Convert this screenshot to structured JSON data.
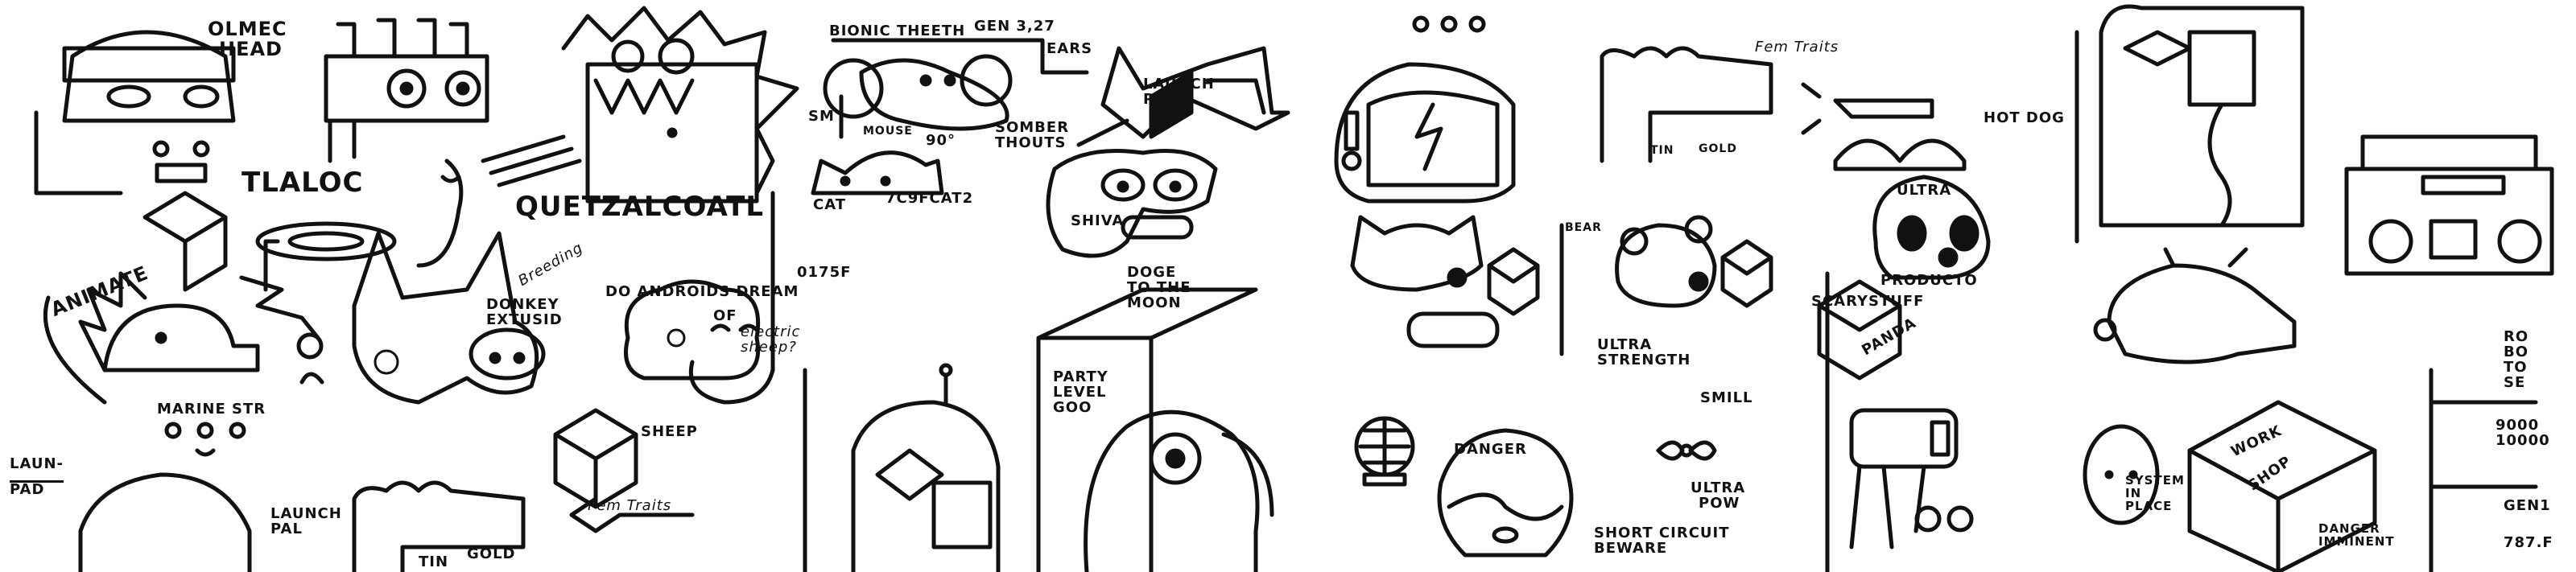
{
  "labels": {
    "olmec_1": "OLMEC",
    "olmec_2": "HEAD",
    "tlaloc": "TLALOC",
    "quetzalcoatl": "QUETZALCOATL",
    "animate": "ANIMATE",
    "marine": "MARINE STR",
    "laun": "LAUN-",
    "pad": "PAD",
    "launch_pal_1a": "LAUNCH",
    "launch_pal_1b": "PAL",
    "breeding": "Breeding",
    "donkey_1": "DONKEY",
    "donkey_2": "EXTUSID",
    "androids_1": "DO ANDROIDS",
    "androids_2": "DREAM",
    "androids_3": "OF",
    "androids_4": "electric",
    "androids_5": "sheep?",
    "code_0175f": "0175F",
    "sheep": "SHEEP",
    "fem_traits_1": "Fem Traits",
    "tin_1": "TIN",
    "gold_1": "GOLD",
    "bionic": "BIONIC THEETH",
    "ears": "EARS",
    "sm": "SM",
    "mouse": "MOUSE",
    "ninety": "90°",
    "cat": "CAT",
    "code_cat": "7C9FCAT2",
    "gen": "GEN 3,27",
    "somber_1": "SOMBER",
    "somber_2": "THOUTS",
    "launch_pal_2a": "LAUNCH",
    "launch_pal_2b": "PAL",
    "shiva": "SHIVA",
    "doge_1": "DOGE",
    "doge_2": "TO THE",
    "doge_3": "MOON",
    "party_1": "PARTY",
    "party_2": "LEVEL",
    "party_3": "GOO",
    "danger": "DANGER",
    "short_1": "SHORT CIRCUIT",
    "short_2": "BEWARE",
    "bear": "BEAR",
    "tin_2": "TIN",
    "gold_2": "GOLD",
    "ultra_strength_1": "ULTRA",
    "ultra_strength_2": "STRENGTH",
    "fem_traits_2": "Fem Traits",
    "smill": "SMILL",
    "ultra_pow_1": "ULTRA",
    "ultra_pow_2": "POW",
    "panda": "PANDA",
    "scary": "SCARYSTUFF",
    "ultra_cow": "ULTRA",
    "producto": "PRODUCTO",
    "hotdog": "HOT DOG",
    "work": "WORK",
    "shop": "SHOP",
    "system_1": "SYSTEM",
    "system_2": "IN",
    "system_3": "PLACE",
    "danger_imm_1": "DANGER",
    "danger_imm_2": "IMMINENT",
    "robo_1": "RO",
    "robo_2": "BO",
    "robo_3": "TO",
    "robo_4": "SE",
    "n9000": "9000",
    "n10000": "10000",
    "gen1": "GEN1",
    "code_787f": "787.F"
  }
}
